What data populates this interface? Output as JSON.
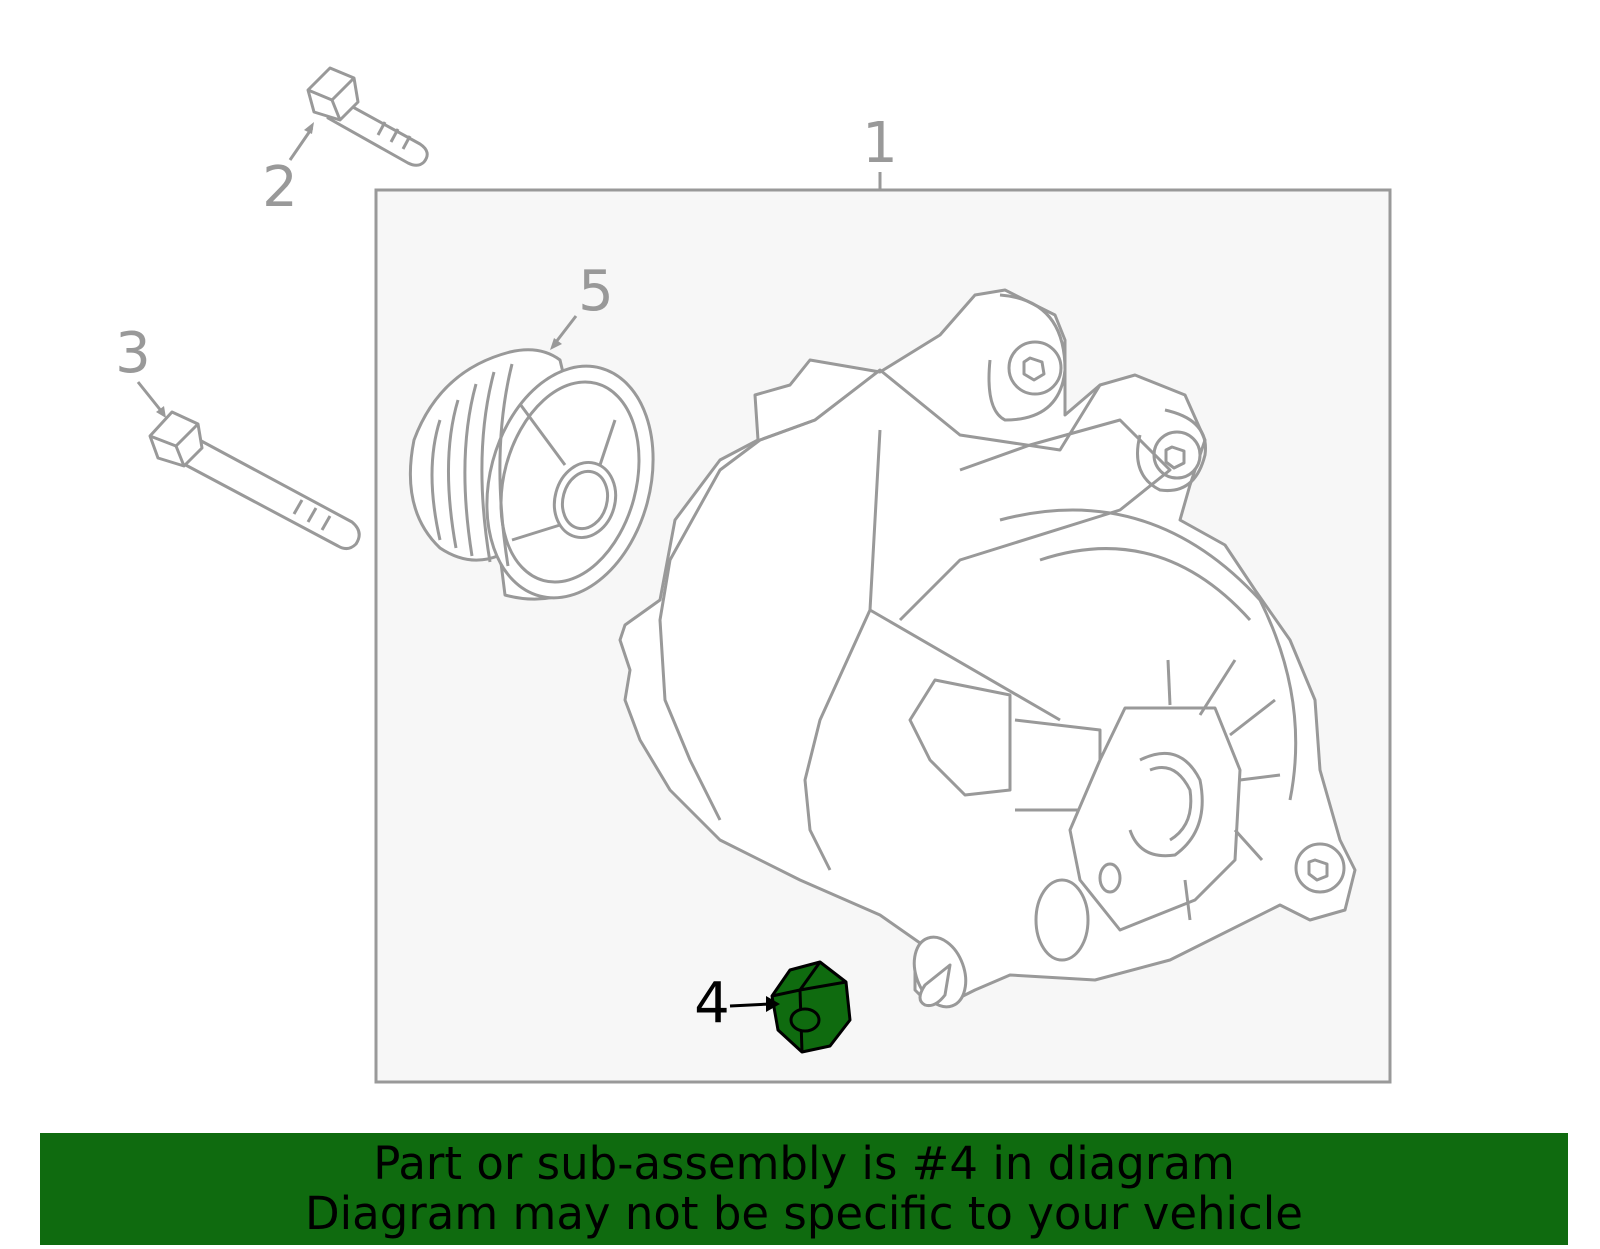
{
  "diagram": {
    "callouts": {
      "c1": "1",
      "c2": "2",
      "c3": "3",
      "c4": "4",
      "c5": "5"
    },
    "highlighted_part": "4",
    "colors": {
      "line": "#999999",
      "panel": "#f7f7f7",
      "highlight": "#0f6b0f",
      "banner": "#0f6b0f"
    }
  },
  "banner": {
    "line1": "Part or sub-assembly is #4 in diagram",
    "line2": "Diagram may not be specific to your vehicle"
  }
}
